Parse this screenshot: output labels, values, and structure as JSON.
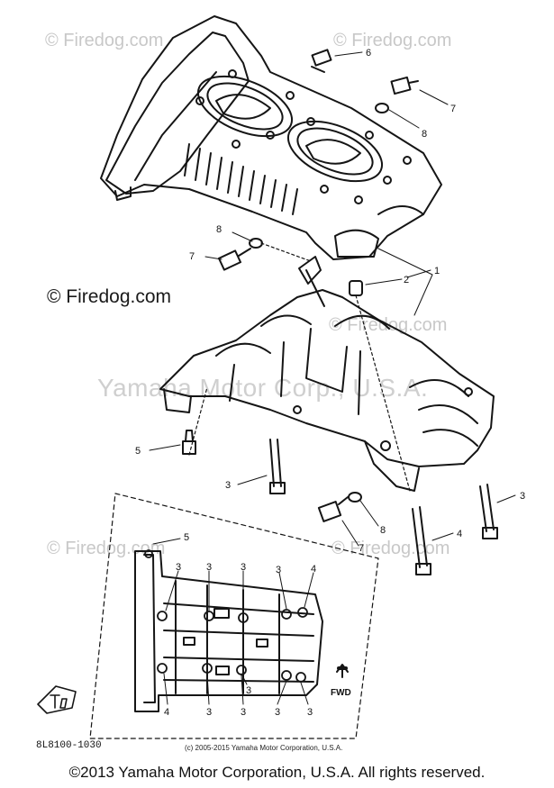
{
  "watermark": {
    "firedog": "© Firedog.com",
    "center": "Yamaha Motor Corp., U.S.A."
  },
  "callouts": {
    "top": [
      "6",
      "7",
      "8",
      "8",
      "7",
      "2",
      "1"
    ],
    "lower": [
      "5",
      "3",
      "8",
      "3",
      "7",
      "4"
    ],
    "inset": [
      "5",
      "3",
      "3",
      "3",
      "3",
      "4",
      "4",
      "3",
      "3",
      "3",
      "3",
      "3"
    ]
  },
  "direction_label": "FWD",
  "part_number": "8L8100-1030",
  "small_copyright": "(c) 2005-2015 Yamaha Motor Corporation, U.S.A.",
  "footer_copyright": "©2013 Yamaha Motor Corporation, U.S.A. All rights reserved."
}
